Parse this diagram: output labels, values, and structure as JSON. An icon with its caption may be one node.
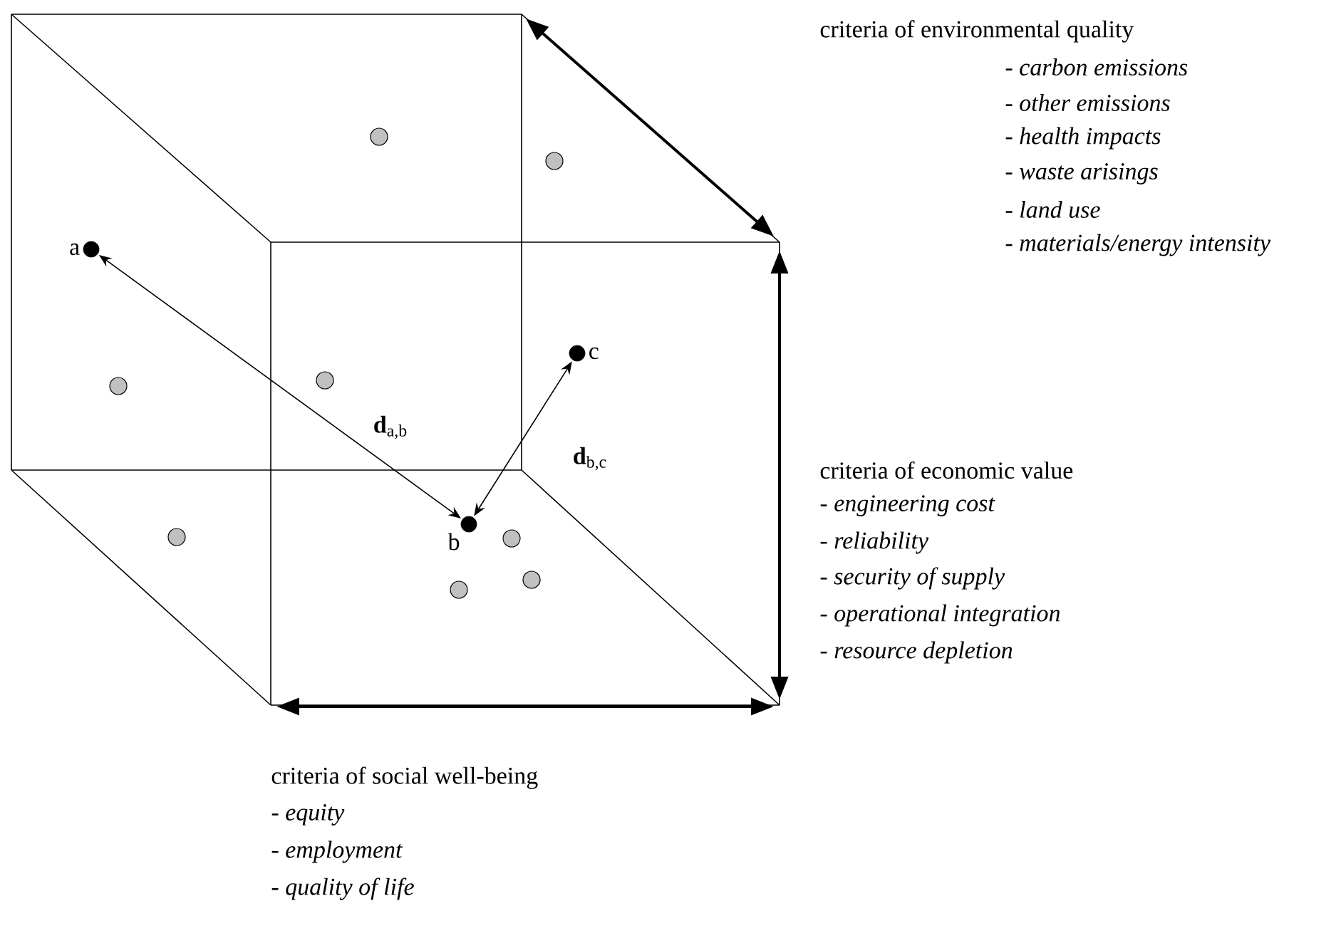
{
  "diagram": {
    "nodes": [
      {
        "text": [],
        "shape": "circle",
        "beside": [
          "a"
        ]
      },
      {
        "text": [],
        "shape": "circle",
        "beside": [
          "c"
        ]
      },
      {
        "text": [],
        "shape": "circle",
        "beside": [
          "b"
        ]
      },
      {
        "text": [],
        "shape": "circle"
      },
      {
        "text": [],
        "shape": "circle"
      },
      {
        "text": [],
        "shape": "circle"
      },
      {
        "text": [],
        "shape": "circle"
      },
      {
        "text": [],
        "shape": "circle"
      },
      {
        "text": [],
        "shape": "circle"
      },
      {
        "text": [],
        "shape": "circle"
      },
      {
        "text": [],
        "shape": "circle"
      }
    ],
    "edges": [
      {
        "from": 0,
        "to": 2,
        "arrow": "both",
        "label": "**d**$_{a,b}$"
      },
      {
        "from": 2,
        "to": 1,
        "arrow": "both",
        "label": "**d**$_{b,c}$"
      }
    ],
    "labels": [
      "criteria of environmental quality",
      "- *carbon emissions*",
      "- *other emissions*",
      "- *health impacts*",
      "- *waste arisings*",
      "- *land use*",
      "- *materials/energy intensity*",
      "criteria of economic value",
      "- *engineering cost*",
      "- *reliability*",
      "- *security of supply*",
      "- *operational integration*",
      "- *resource depletion*",
      "criteria of social well-being",
      "- *equity*",
      "- *employment*",
      "- *quality of life*"
    ]
  }
}
